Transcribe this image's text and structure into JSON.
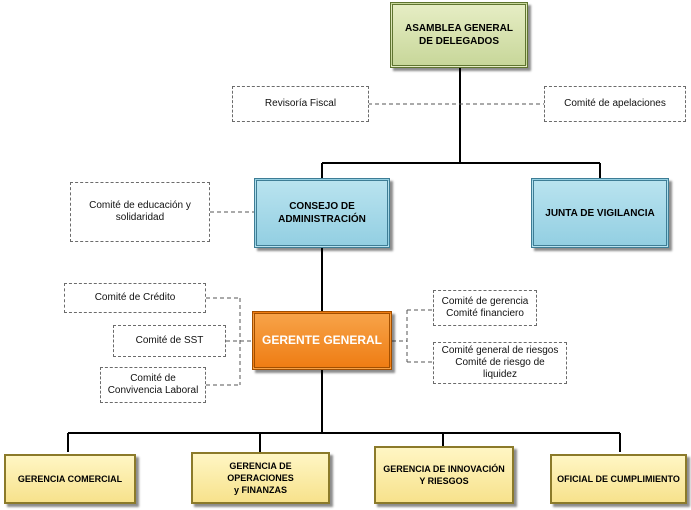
{
  "top": {
    "label": "ASAMBLEA GENERAL\nDE DELEGADOS"
  },
  "advisory_top": {
    "left": "Revisoría Fiscal",
    "right": "Comité de apelaciones"
  },
  "level2": {
    "consejo": "CONSEJO DE\nADMINISTRACIÓN",
    "junta": "JUNTA DE VIGILANCIA"
  },
  "consejo_committee": "Comité de educación y\nsolidaridad",
  "gerente": "GERENTE GENERAL",
  "gerente_left_committees": [
    "Comité de Crédito",
    "Comité de SST",
    "Comité de\nConvivencia Laboral"
  ],
  "gerente_right_committees": [
    "Comité de gerencia\nComité financiero",
    "Comité general de riesgos\nComité de riesgo de\nliquidez"
  ],
  "departments": [
    "GERENCIA COMERCIAL",
    "GERENCIA DE OPERACIONES\ny FINANZAS",
    "GERENCIA DE INNOVACIÓN\nY RIESGOS",
    "OFICIAL DE CUMPLIMIENTO"
  ]
}
